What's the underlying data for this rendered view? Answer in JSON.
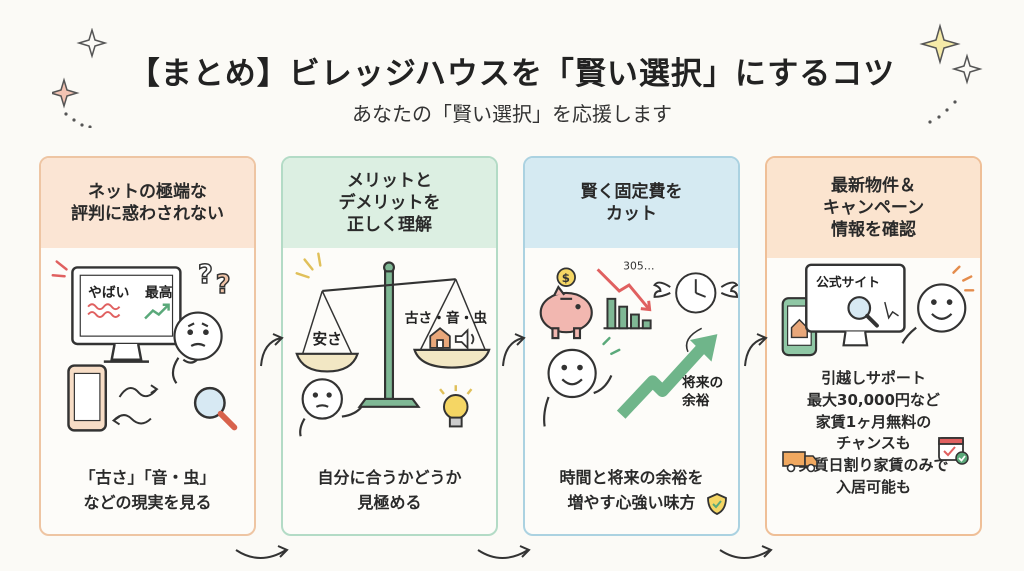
{
  "header": {
    "title": "【まとめ】ビレッジハウスを「賢い選択」にするコツ",
    "subtitle": "あなたの「賢い選択」を応援します"
  },
  "cards": [
    {
      "heading": "ネットの極端な\n評判に惑わされない",
      "illustration": {
        "label_a": "やばい",
        "label_b": "最高",
        "icons": [
          "monitor-icon",
          "smartphone-icon",
          "magnifier-icon",
          "question-icon",
          "confused-person-icon"
        ]
      },
      "footer": "「古さ」「音・虫」\nなどの現実を見る"
    },
    {
      "heading": "メリットと\nデメリットを\n正しく理解",
      "illustration": {
        "left_pan": "安さ",
        "right_pan": "古さ・音・虫",
        "icons": [
          "balance-scale-icon",
          "house-icon",
          "speaker-icon",
          "thinking-person-icon",
          "lightbulb-icon"
        ]
      },
      "footer": "自分に合うかどうか\n見極める"
    },
    {
      "heading": "賢く固定費を\nカット",
      "illustration": {
        "trend_label": "305…",
        "future_label": "将来の\n余裕",
        "icons": [
          "piggy-bank-icon",
          "coin-icon",
          "falling-chart-icon",
          "winged-clock-icon",
          "happy-person-icon",
          "rising-arrow-icon"
        ]
      },
      "footer": "時間と将来の余裕を\n増やす心強い味方"
    },
    {
      "heading": "最新物件＆\nキャンペーン\n情報を確認",
      "illustration": {
        "screen_label": "公式サイト",
        "icons": [
          "monitor-icon",
          "smartphone-icon",
          "magnifier-icon",
          "happy-person-icon"
        ]
      },
      "items": [
        "引越しサポート",
        "最大30,000円など",
        "家賃1ヶ月無料の",
        "チャンスも",
        "実質日割り家賃のみで",
        "入居可能も"
      ]
    }
  ],
  "colors": {
    "card1": "#eec5a3",
    "card2": "#b3dbc6",
    "card3": "#abd2e1",
    "card4": "#efbf97",
    "accent_green": "#5aa97a",
    "accent_red": "#e06060"
  }
}
